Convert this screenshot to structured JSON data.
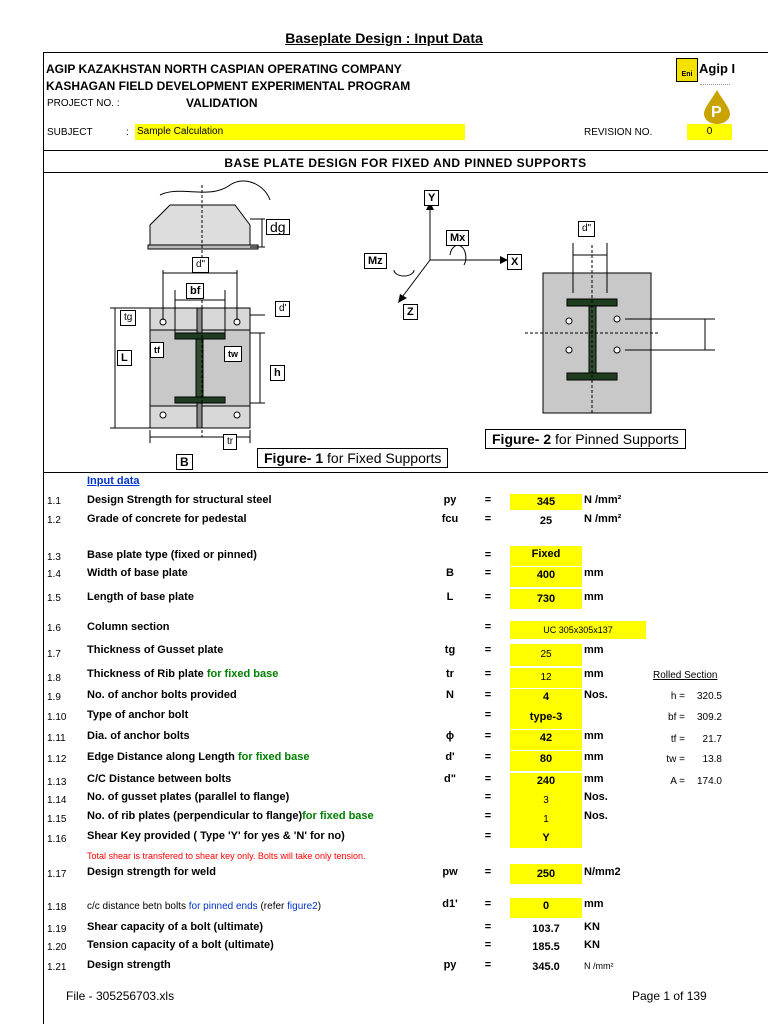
{
  "page_title": "Baseplate Design : Input Data",
  "header": {
    "company": "AGIP KAZAKHSTAN NORTH CASPIAN OPERATING COMPANY",
    "program": "KASHAGAN FIELD DEVELOPMENT EXPERIMENTAL PROGRAM",
    "project_label": "PROJECT NO. :",
    "project_value": "VALIDATION",
    "subject_label": "SUBJECT",
    "subject_colon": ":",
    "subject_value": "Sample Calculation",
    "revision_label": "REVISION NO.",
    "revision_value": "0",
    "logo_text": "Agip I",
    "logo_sub": "Eni"
  },
  "section_title": "BASE PLATE DESIGN FOR FIXED AND PINNED SUPPORTS",
  "figure1": {
    "caption_bold": "Figure- 1",
    "caption_rest": " for  Fixed Supports",
    "labels": {
      "dg": "dg",
      "d2": "d\"",
      "bf": "bf",
      "d1": "d'",
      "tg": "tg",
      "tf": "tf",
      "tw": "tw",
      "L": "L",
      "h": "h",
      "tr": "tr",
      "B": "B"
    }
  },
  "axes": {
    "Y": "Y",
    "Mx": "Mx",
    "X": "X",
    "Mz": "Mz",
    "Z": "Z"
  },
  "figure2": {
    "caption_bold": "Figure- 2",
    "caption_rest": " for  Pinned Supports",
    "labels": {
      "d2": "d\""
    }
  },
  "input_heading": "Input data",
  "rows": [
    {
      "num": "1.1",
      "desc": "Design Strength for structural steel",
      "sym": "py",
      "eq": "=",
      "val": "345",
      "unit": "N /mm²"
    },
    {
      "num": "1.2",
      "desc": "Grade of concrete for pedestal",
      "sym": "fcu",
      "eq": "=",
      "val": "25",
      "unit": "N /mm²"
    },
    {
      "num": "1.3",
      "desc": "Base plate type (fixed or pinned)",
      "sym": "",
      "eq": "=",
      "val": "Fixed",
      "unit": ""
    },
    {
      "num": "1.4",
      "desc": "Width of base plate",
      "sym": "B",
      "eq": "=",
      "val": "400",
      "unit": "mm"
    },
    {
      "num": "1.5",
      "desc": "Length of base plate",
      "sym": "L",
      "eq": "=",
      "val": "730",
      "unit": "mm"
    },
    {
      "num": "1.6",
      "desc": "Column section",
      "sym": "",
      "eq": "=",
      "val": "UC 305x305x137",
      "unit": ""
    },
    {
      "num": "1.7",
      "desc": "Thickness of Gusset plate",
      "sym": "tg",
      "eq": "=",
      "val": "25",
      "unit": "mm"
    },
    {
      "num": "1.8",
      "desc": "Thickness of Rib plate ",
      "desc_green": "for fixed base",
      "sym": "tr",
      "eq": "=",
      "val": "12",
      "unit": "mm"
    },
    {
      "num": "1.9",
      "desc": "No. of anchor bolts provided",
      "sym": "N",
      "eq": "=",
      "val": "4",
      "unit": "Nos."
    },
    {
      "num": "1.10",
      "desc": "Type of anchor bolt",
      "sym": "",
      "eq": "=",
      "val": "type-3",
      "unit": ""
    },
    {
      "num": "1.11",
      "desc": "Dia. of anchor bolts",
      "sym": "ϕ",
      "eq": "=",
      "val": "42",
      "unit": "mm"
    },
    {
      "num": "1.12",
      "desc": "Edge Distance  along Length ",
      "desc_green": "for fixed base",
      "sym": "d'",
      "eq": "=",
      "val": "80",
      "unit": "mm"
    },
    {
      "num": "1.13",
      "desc": "C/C Distance between bolts",
      "sym": "d\"",
      "eq": "=",
      "val": "240",
      "unit": "mm"
    },
    {
      "num": "1.14",
      "desc": "No. of gusset plates (parallel to flange)",
      "sym": "",
      "eq": "=",
      "val": "3",
      "unit": "Nos."
    },
    {
      "num": "1.15",
      "desc": "No. of rib plates (perpendicular to flange)",
      "desc_green": "for fixed base",
      "sym": "",
      "eq": "=",
      "val": "1",
      "unit": "Nos."
    },
    {
      "num": "1.16",
      "desc": "Shear Key provided ( Type 'Y' for yes & 'N' for no)",
      "sym": "",
      "eq": "=",
      "val": "Y",
      "unit": ""
    },
    {
      "num": "1.17",
      "desc": "Design strength for weld",
      "sym": "pw",
      "eq": "=",
      "val": "250",
      "unit": "N/mm2"
    },
    {
      "num": "1.18",
      "desc": "c/c distance  betn bolts ",
      "desc_blue": "for pinned ends",
      "desc_tail": " (refer ",
      "desc_blue2": "figure2",
      "desc_tail2": ")",
      "sym": "d1'",
      "eq": "=",
      "val": "0",
      "unit": "mm"
    },
    {
      "num": "1.19",
      "desc": "Shear capacity of a bolt  (ultimate)",
      "sym": "",
      "eq": "=",
      "val": "103.7",
      "unit": "KN"
    },
    {
      "num": "1.20",
      "desc": "Tension capacity of a bolt (ultimate)",
      "sym": "",
      "eq": "=",
      "val": "185.5",
      "unit": "KN"
    },
    {
      "num": "1.21",
      "desc": "Design strength",
      "sym": "py",
      "eq": "=",
      "val": "345.0",
      "unit": "N /mm²"
    }
  ],
  "note_red": "Total shear is transfered to shear key only. Bolts will take only tension.",
  "rolled_section": {
    "title": "Rolled Section",
    "items": [
      {
        "label": "h =",
        "value": "320.5"
      },
      {
        "label": "bf =",
        "value": "309.2"
      },
      {
        "label": "tf =",
        "value": "21.7"
      },
      {
        "label": "tw =",
        "value": "13.8"
      },
      {
        "label": "A =",
        "value": "174.0"
      }
    ]
  },
  "footer": {
    "file": "File - 305256703.xls",
    "page": "Page 1 of 139"
  }
}
